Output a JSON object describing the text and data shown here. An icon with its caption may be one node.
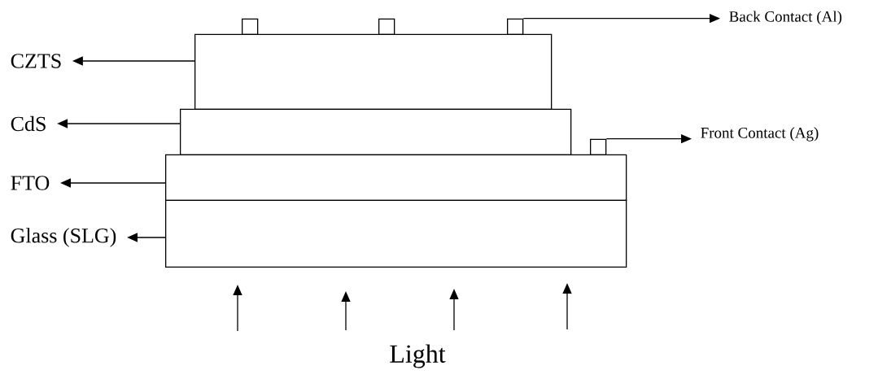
{
  "diagram": {
    "nodes": [
      {
        "text": [],
        "shape": "box"
      },
      {
        "text": [],
        "shape": "box"
      },
      {
        "text": [],
        "shape": "box"
      },
      {
        "text": [],
        "shape": "box"
      },
      {
        "text": [],
        "shape": "box"
      },
      {
        "text": [],
        "shape": "box"
      },
      {
        "text": [],
        "shape": "box"
      },
      {
        "text": [],
        "shape": "box"
      },
      {
        "text": [
          "CZTS"
        ]
      },
      {
        "text": [
          "CdS"
        ]
      },
      {
        "text": [
          "FTO"
        ]
      },
      {
        "text": [
          "Glass (SLG)"
        ]
      },
      {
        "text": [
          "Back Contact (Al)"
        ]
      },
      {
        "text": [
          "Front Contact (Ag)"
        ]
      }
    ],
    "edges": [
      {
        "from": 0,
        "to": 8,
        "arrow": "to"
      },
      {
        "from": 1,
        "to": 9,
        "arrow": "to"
      },
      {
        "from": 2,
        "to": 10,
        "arrow": "to"
      },
      {
        "from": 3,
        "to": 11,
        "arrow": "to"
      },
      {
        "from": 6,
        "to": 12,
        "arrow": "to"
      },
      {
        "from": 7,
        "to": 13,
        "arrow": "to"
      }
    ],
    "labels": [
      "Light"
    ]
  }
}
